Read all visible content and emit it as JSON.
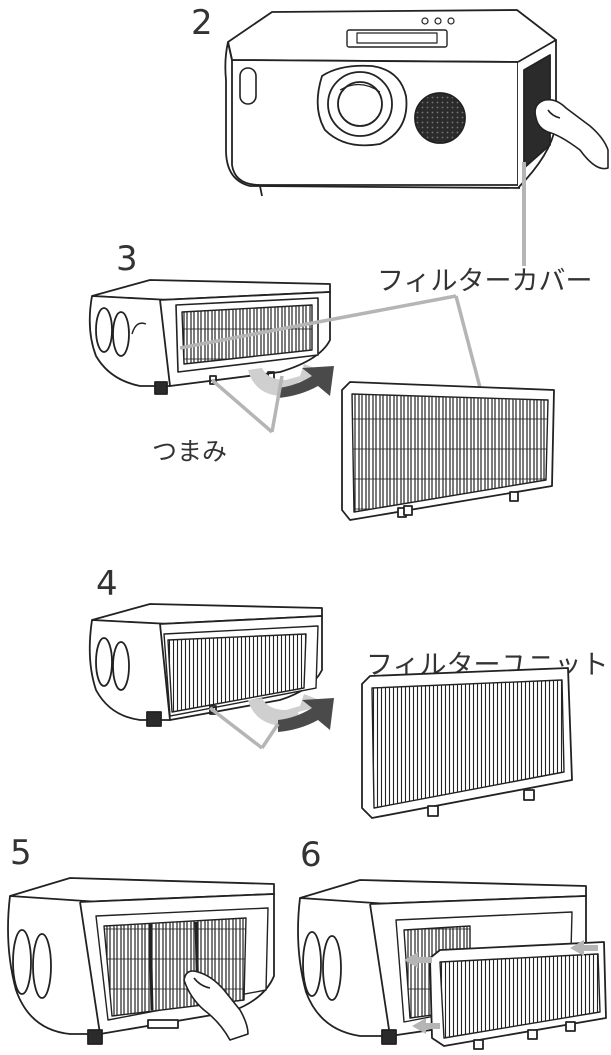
{
  "steps": {
    "s2": "2",
    "s3": "3",
    "s4": "4",
    "s5": "5",
    "s6": "6"
  },
  "labels": {
    "filter_cover": "フィルターカバー",
    "knob": "つまみ",
    "filter_unit": "フィルターユニット"
  },
  "colors": {
    "outline": "#222222",
    "callout": "#b5b5b5",
    "arrow": "#4a4a4a",
    "arrow_light": "#cfcfcf",
    "dark_vent": "#2b2b2b"
  },
  "icons": [
    "projector-illustration",
    "hand-icon",
    "curved-arrow-icon",
    "filter-cover-illustration",
    "filter-unit-illustration"
  ]
}
